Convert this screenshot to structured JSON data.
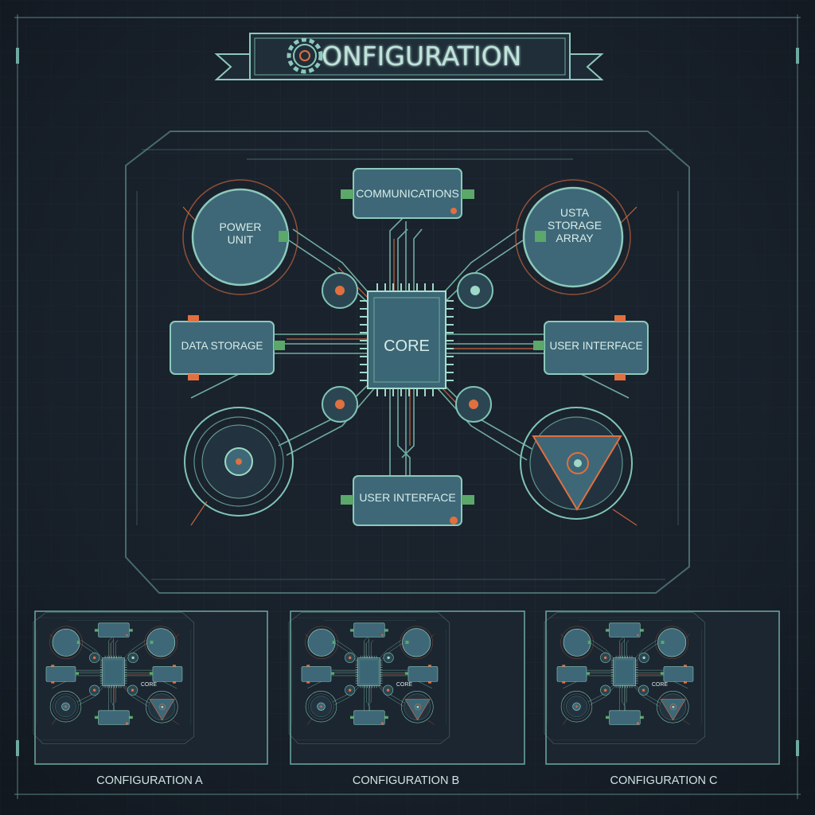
{
  "title": {
    "text": "ONFIGURATION",
    "icon": "gear-icon"
  },
  "main_diagram": {
    "core_label": "CORE",
    "modules": [
      {
        "id": "communications",
        "lines": [
          "COMMUNICATIONS"
        ]
      },
      {
        "id": "power-unit",
        "lines": [
          "POWER",
          "UNIT"
        ]
      },
      {
        "id": "storage-array",
        "lines": [
          "USTA",
          "STORAGE",
          "ARRAY"
        ]
      },
      {
        "id": "data-storage",
        "lines": [
          "DATA STORAGE"
        ]
      },
      {
        "id": "user-interface-right",
        "lines": [
          "USER INTERFACE"
        ]
      },
      {
        "id": "user-interface-bottom",
        "lines": [
          "USER INTERFACE"
        ]
      }
    ],
    "icons": [
      "spinner-disc-icon",
      "warning-triangle-icon"
    ]
  },
  "mini_core_label": "CORE",
  "configurations": [
    {
      "label": "CONFIGURATION A"
    },
    {
      "label": "CONFIGURATION B"
    },
    {
      "label": "CONFIGURATION C"
    }
  ],
  "colors": {
    "background": "#1a222c",
    "grid": "#243240",
    "line": "#7fbfb0",
    "accent": "#e07040",
    "module_fill": "#3e6878",
    "text": "#cfe3e3"
  }
}
